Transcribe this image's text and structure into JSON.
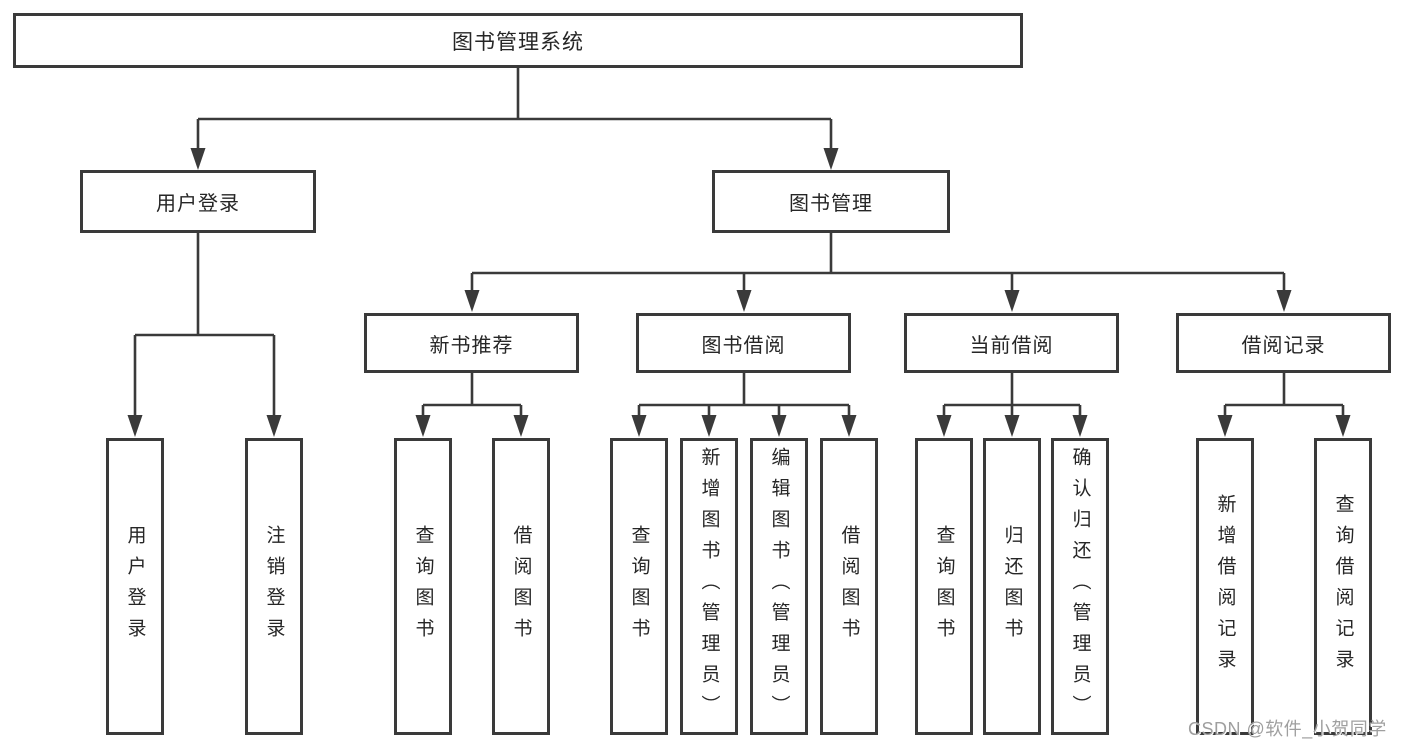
{
  "diagram": {
    "title": "图书管理系统",
    "tree": {
      "label": "图书管理系统",
      "children": [
        {
          "label": "用户登录",
          "children": [
            {
              "label": "用户登录"
            },
            {
              "label": "注销登录"
            }
          ]
        },
        {
          "label": "图书管理",
          "children": [
            {
              "label": "新书推荐",
              "children": [
                {
                  "label": "查询图书"
                },
                {
                  "label": "借阅图书"
                }
              ]
            },
            {
              "label": "图书借阅",
              "children": [
                {
                  "label": "查询图书"
                },
                {
                  "label": "新增图书（管理员）"
                },
                {
                  "label": "编辑图书（管理员）"
                },
                {
                  "label": "借阅图书"
                }
              ]
            },
            {
              "label": "当前借阅",
              "children": [
                {
                  "label": "查询图书"
                },
                {
                  "label": "归还图书"
                },
                {
                  "label": "确认归还（管理员）"
                }
              ]
            },
            {
              "label": "借阅记录",
              "children": [
                {
                  "label": "新增借阅记录"
                },
                {
                  "label": "查询借阅记录"
                }
              ]
            }
          ]
        }
      ]
    },
    "watermark": "CSDN @软件_小贺同学",
    "colors": {
      "line": "#3a3a3a",
      "text": "#262626",
      "watermark": "#9f9f9f",
      "background": "#ffffff"
    }
  }
}
